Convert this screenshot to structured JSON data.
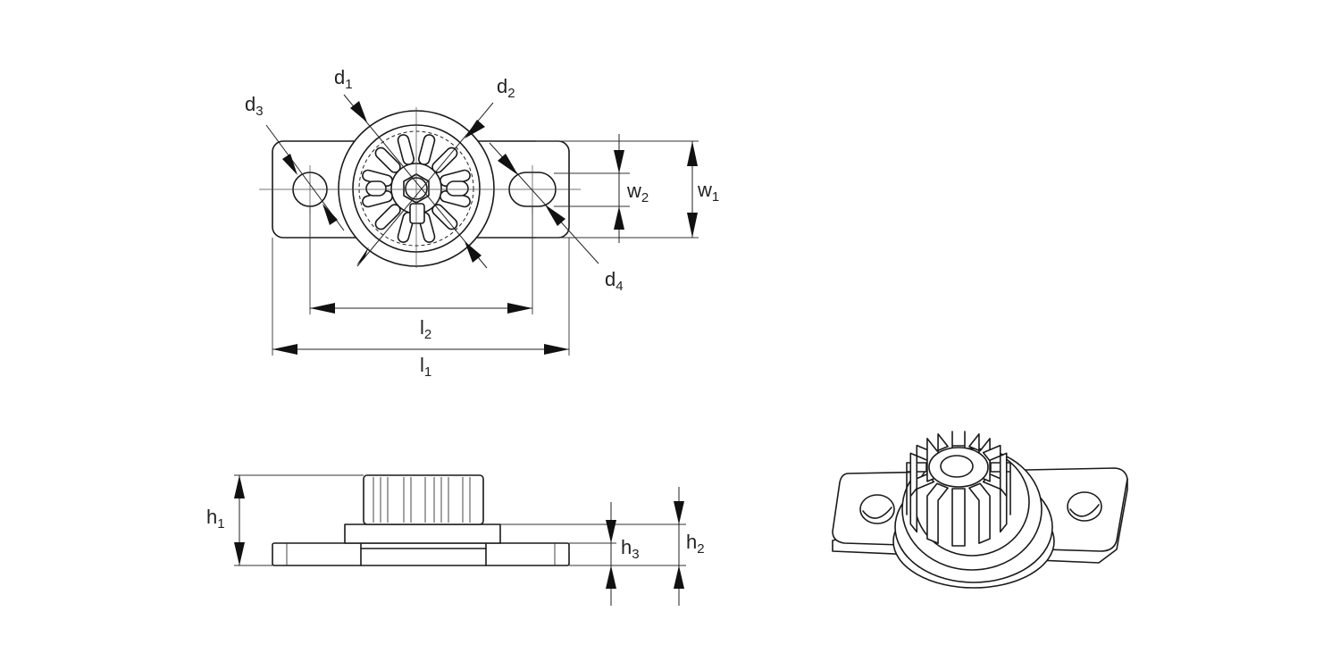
{
  "dimensions": {
    "d1": {
      "base": "d",
      "sub": "1"
    },
    "d2": {
      "base": "d",
      "sub": "2"
    },
    "d3": {
      "base": "d",
      "sub": "3"
    },
    "d4": {
      "base": "d",
      "sub": "4"
    },
    "w1": {
      "base": "w",
      "sub": "1"
    },
    "w2": {
      "base": "w",
      "sub": "2"
    },
    "l1": {
      "base": "l",
      "sub": "1"
    },
    "l2": {
      "base": "l",
      "sub": "2"
    },
    "h1": {
      "base": "h",
      "sub": "1"
    },
    "h2": {
      "base": "h",
      "sub": "2"
    },
    "h3": {
      "base": "h",
      "sub": "3"
    }
  },
  "colors": {
    "line": "#1a1a1a",
    "background": "#ffffff"
  }
}
